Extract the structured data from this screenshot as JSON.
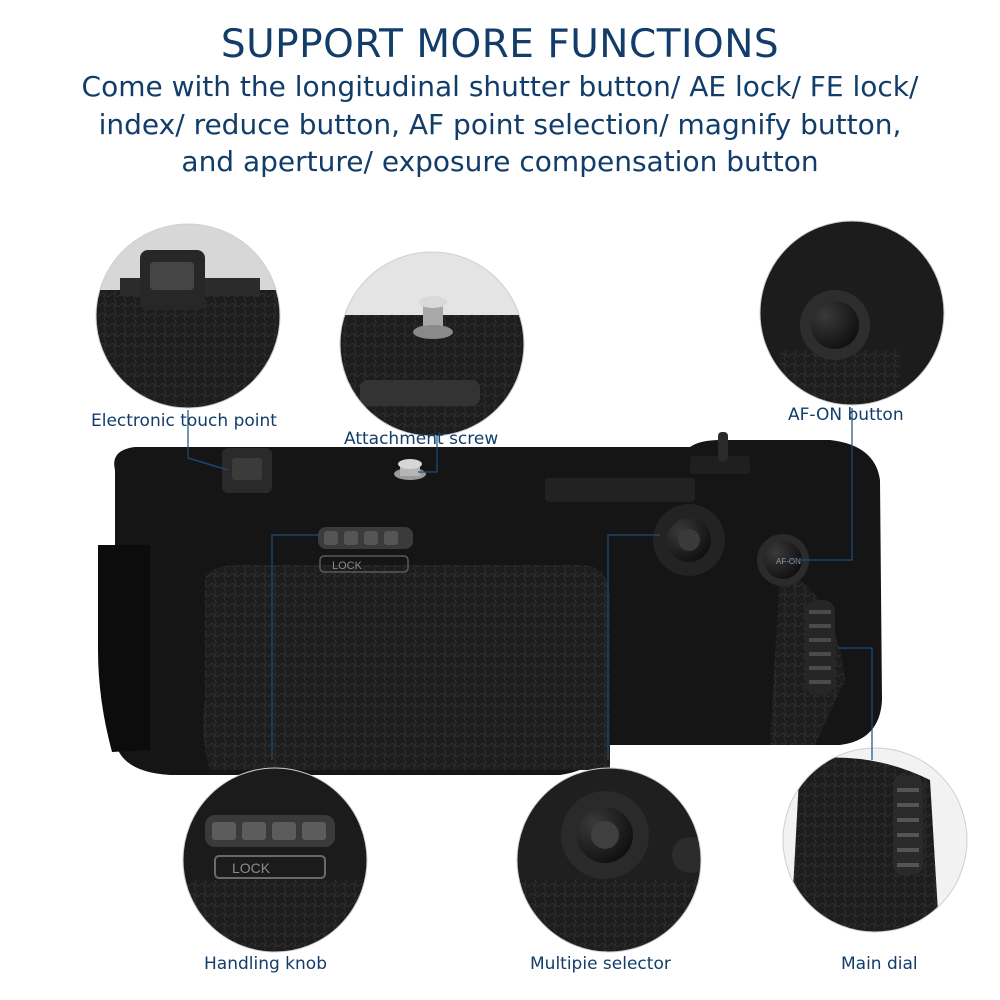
{
  "header": {
    "title": "SUPPORT MORE FUNCTIONS",
    "line1": "Come with the longitudinal shutter button/ AE lock/ FE lock/",
    "line2": "index/ reduce button, AF point selection/ magnify button,",
    "line3": "and aperture/ exposure compensation button"
  },
  "callouts": {
    "electronic_touch_point": "Electronic touch point",
    "attachment_screw": "Attachment screw",
    "af_on_button": "AF-ON button",
    "handling_knob": "Handling knob",
    "multiple_selector": "Multipie selector",
    "main_dial": "Main dial"
  },
  "product_marks": {
    "lock_label": "LOCK",
    "af_on_mark": "AF-ON"
  },
  "colors": {
    "text": "#123d6a",
    "body": "#161616",
    "leader": "#1c4e80"
  }
}
